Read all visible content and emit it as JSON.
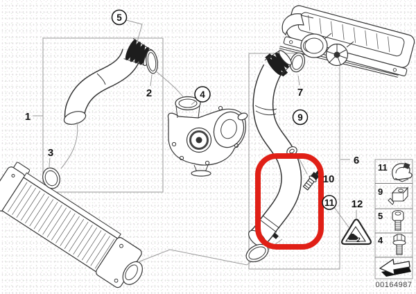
{
  "diagram": {
    "drawing_number": "00164987",
    "highlight_color": "#e01f16",
    "line_color": "#333333",
    "frame_color": "#9a9a9a",
    "callouts": [
      {
        "label": "1",
        "shape": "plain"
      },
      {
        "label": "2",
        "shape": "plain"
      },
      {
        "label": "3",
        "shape": "plain"
      },
      {
        "label": "4",
        "shape": "circled"
      },
      {
        "label": "5",
        "shape": "circled"
      },
      {
        "label": "6",
        "shape": "plain"
      },
      {
        "label": "7",
        "shape": "plain"
      },
      {
        "label": "9",
        "shape": "circled"
      },
      {
        "label": "10",
        "shape": "plain"
      },
      {
        "label": "11",
        "shape": "circled"
      },
      {
        "label": "12",
        "shape": "plain"
      }
    ],
    "warning_triangle": {
      "label": "12",
      "glyph": "2"
    },
    "legend": {
      "items": [
        {
          "label": "11",
          "icon": "hose-clamp-icon"
        },
        {
          "label": "9",
          "icon": "clip-nut-icon"
        },
        {
          "label": "5",
          "icon": "socket-head-screw-icon"
        },
        {
          "label": "4",
          "icon": "hex-flange-screw-icon"
        },
        {
          "label": "",
          "icon": "installation-direction-arrow-icon"
        }
      ]
    }
  }
}
